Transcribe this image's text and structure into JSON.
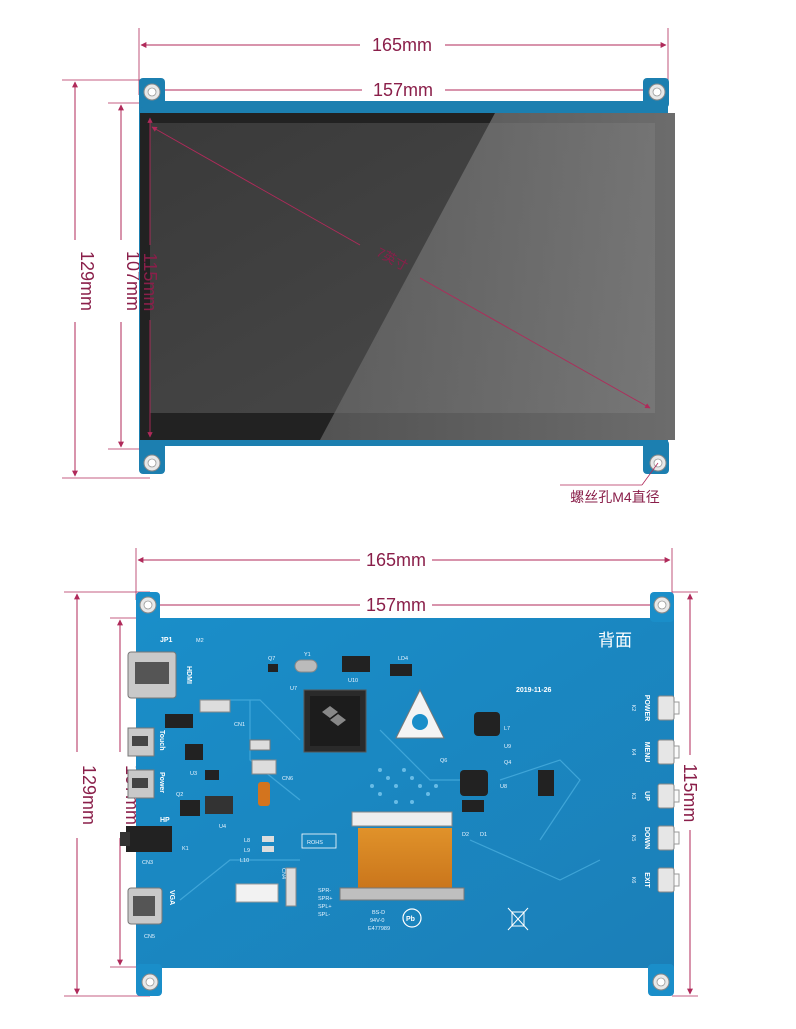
{
  "front": {
    "width_outer": "165mm",
    "width_inner": "157mm",
    "height_outer": "129mm",
    "height_inner": "107mm",
    "height_screen": "115mm",
    "diagonal": "7英寸",
    "screw_note": "螺丝孔M4直径"
  },
  "back": {
    "width_outer": "165mm",
    "width_inner": "157mm",
    "height_outer": "129mm",
    "height_inner": "107mm",
    "height_right": "115mm",
    "label": "背面",
    "date": "2019-11-26",
    "buttons": [
      {
        "code": "K2",
        "label": "POWER"
      },
      {
        "code": "K4",
        "label": "MENU"
      },
      {
        "code": "K3",
        "label": "UP"
      },
      {
        "code": "K5",
        "label": "DOWN"
      },
      {
        "code": "K6",
        "label": "EXIT"
      }
    ],
    "silk": {
      "jp1": "JP1",
      "m2": "M2",
      "hdmi": "HDMI",
      "touch": "Touch",
      "power": "Power",
      "hp": "HP",
      "cn3": "CN3",
      "vga": "VGA",
      "cn5": "CN5",
      "cn1": "CN1",
      "cn6": "CN6",
      "y1": "Y1",
      "q7": "Q7",
      "u10": "U10",
      "u7": "U7",
      "ld4": "LD4",
      "l7": "L7",
      "u9": "U9",
      "u8": "U8",
      "q4": "Q4",
      "q6": "Q6",
      "u3": "U3",
      "u4": "U4",
      "q2": "Q2",
      "k1": "K1",
      "l8": "L8",
      "l9": "L9",
      "l10": "L10",
      "rohs": "ROHS",
      "d1": "D1",
      "d2": "D2",
      "cn4": "CN4",
      "spk": [
        "SPR-",
        "SPR+",
        "SPL+",
        "SPL-"
      ],
      "cert1": "BS-D",
      "cert2": "94V-0",
      "cert3": "E477989",
      "pb": "Pb"
    }
  }
}
